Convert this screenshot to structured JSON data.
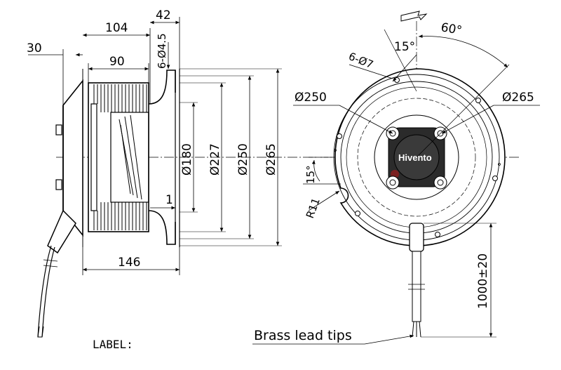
{
  "side_view": {
    "dims": {
      "d30": "30",
      "d104": "104",
      "d42": "42",
      "d90": "90",
      "d6x45": "6-Ø4.5",
      "d180": "Ø180",
      "d227": "Ø227",
      "d250": "Ø250",
      "d265": "Ø265",
      "d1": "1",
      "d146": "146"
    }
  },
  "front_view": {
    "dims": {
      "d6x7": "6-Ø7",
      "d15top": "15°",
      "d60": "60°",
      "d250": "Ø250",
      "d265": "Ø265",
      "d15side": "15°",
      "r11": "R11",
      "cable_len": "1000±20"
    },
    "logo_text": "Hivento"
  },
  "notes": {
    "label": "LABEL:",
    "brass": "Brass lead tips"
  }
}
